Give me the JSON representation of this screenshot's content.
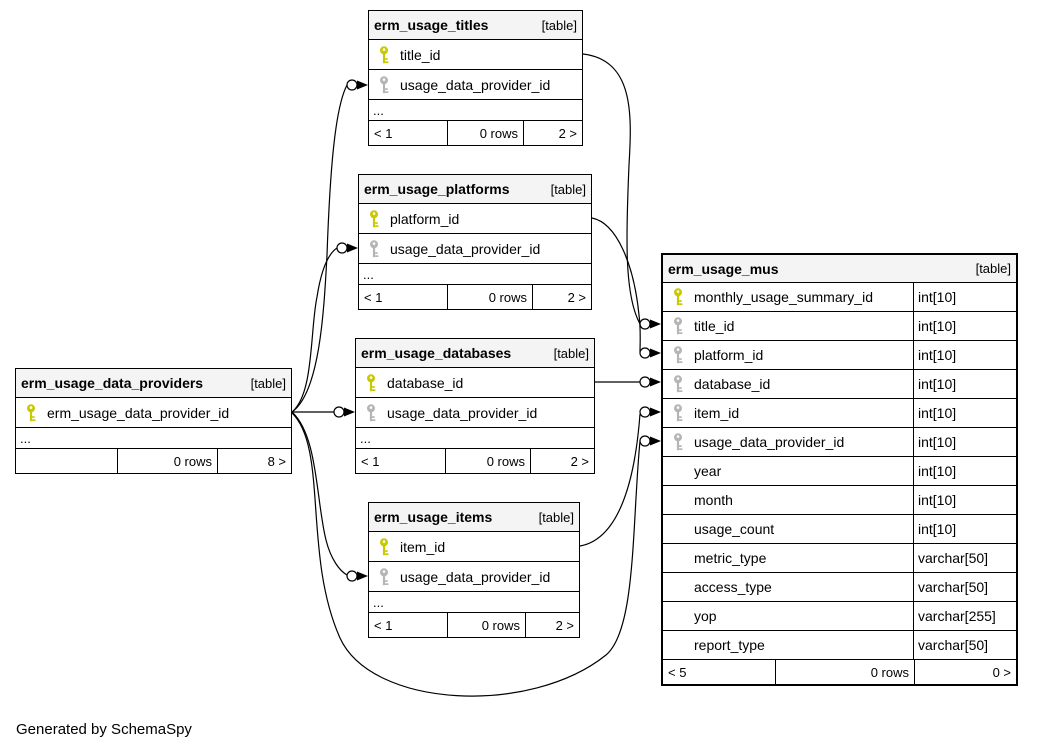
{
  "diagram": {
    "generator_note": "Generated by SchemaSpy",
    "badge_label": "[table]"
  },
  "colors": {
    "pk_key": "#c9c900",
    "fk_key": "#b5b5b5",
    "header_bg": "#f4f4f4",
    "edge": "#000000"
  },
  "tables": [
    {
      "id": "erm_usage_titles",
      "name": "erm_usage_titles",
      "badge": "[table]",
      "columns": [
        {
          "name": "title_id",
          "key": "pk"
        },
        {
          "name": "usage_data_provider_id",
          "key": "fk"
        }
      ],
      "ellipsis": "...",
      "footer": {
        "left": "< 1",
        "center": "0 rows",
        "right": "2 >"
      }
    },
    {
      "id": "erm_usage_platforms",
      "name": "erm_usage_platforms",
      "badge": "[table]",
      "columns": [
        {
          "name": "platform_id",
          "key": "pk"
        },
        {
          "name": "usage_data_provider_id",
          "key": "fk"
        }
      ],
      "ellipsis": "...",
      "footer": {
        "left": "< 1",
        "center": "0 rows",
        "right": "2 >"
      }
    },
    {
      "id": "erm_usage_databases",
      "name": "erm_usage_databases",
      "badge": "[table]",
      "columns": [
        {
          "name": "database_id",
          "key": "pk"
        },
        {
          "name": "usage_data_provider_id",
          "key": "fk"
        }
      ],
      "ellipsis": "...",
      "footer": {
        "left": "< 1",
        "center": "0 rows",
        "right": "2 >"
      }
    },
    {
      "id": "erm_usage_items",
      "name": "erm_usage_items",
      "badge": "[table]",
      "columns": [
        {
          "name": "item_id",
          "key": "pk"
        },
        {
          "name": "usage_data_provider_id",
          "key": "fk"
        }
      ],
      "ellipsis": "...",
      "footer": {
        "left": "< 1",
        "center": "0 rows",
        "right": "2 >"
      }
    },
    {
      "id": "erm_usage_data_providers",
      "name": "erm_usage_data_providers",
      "badge": "[table]",
      "columns": [
        {
          "name": "erm_usage_data_provider_id",
          "key": "pk"
        }
      ],
      "ellipsis": "...",
      "footer": {
        "left": "",
        "center": "0 rows",
        "right": "8 >"
      }
    },
    {
      "id": "erm_usage_mus",
      "name": "erm_usage_mus",
      "badge": "[table]",
      "columns": [
        {
          "name": "monthly_usage_summary_id",
          "key": "pk",
          "type": "int[10]"
        },
        {
          "name": "title_id",
          "key": "fk",
          "type": "int[10]"
        },
        {
          "name": "platform_id",
          "key": "fk",
          "type": "int[10]"
        },
        {
          "name": "database_id",
          "key": "fk",
          "type": "int[10]"
        },
        {
          "name": "item_id",
          "key": "fk",
          "type": "int[10]"
        },
        {
          "name": "usage_data_provider_id",
          "key": "fk",
          "type": "int[10]"
        },
        {
          "name": "year",
          "key": null,
          "type": "int[10]"
        },
        {
          "name": "month",
          "key": null,
          "type": "int[10]"
        },
        {
          "name": "usage_count",
          "key": null,
          "type": "int[10]"
        },
        {
          "name": "metric_type",
          "key": null,
          "type": "varchar[50]"
        },
        {
          "name": "access_type",
          "key": null,
          "type": "varchar[50]"
        },
        {
          "name": "yop",
          "key": null,
          "type": "varchar[255]"
        },
        {
          "name": "report_type",
          "key": null,
          "type": "varchar[50]"
        }
      ],
      "footer": {
        "left": "< 5",
        "center": "0 rows",
        "right": "0 >"
      }
    }
  ],
  "relationships": [
    {
      "from": "erm_usage_data_providers.erm_usage_data_provider_id",
      "to": "erm_usage_titles.usage_data_provider_id"
    },
    {
      "from": "erm_usage_data_providers.erm_usage_data_provider_id",
      "to": "erm_usage_platforms.usage_data_provider_id"
    },
    {
      "from": "erm_usage_data_providers.erm_usage_data_provider_id",
      "to": "erm_usage_databases.usage_data_provider_id"
    },
    {
      "from": "erm_usage_data_providers.erm_usage_data_provider_id",
      "to": "erm_usage_items.usage_data_provider_id"
    },
    {
      "from": "erm_usage_data_providers.erm_usage_data_provider_id",
      "to": "erm_usage_mus.usage_data_provider_id"
    },
    {
      "from": "erm_usage_titles.title_id",
      "to": "erm_usage_mus.title_id"
    },
    {
      "from": "erm_usage_platforms.platform_id",
      "to": "erm_usage_mus.platform_id"
    },
    {
      "from": "erm_usage_databases.database_id",
      "to": "erm_usage_mus.database_id"
    },
    {
      "from": "erm_usage_items.item_id",
      "to": "erm_usage_mus.item_id"
    }
  ]
}
